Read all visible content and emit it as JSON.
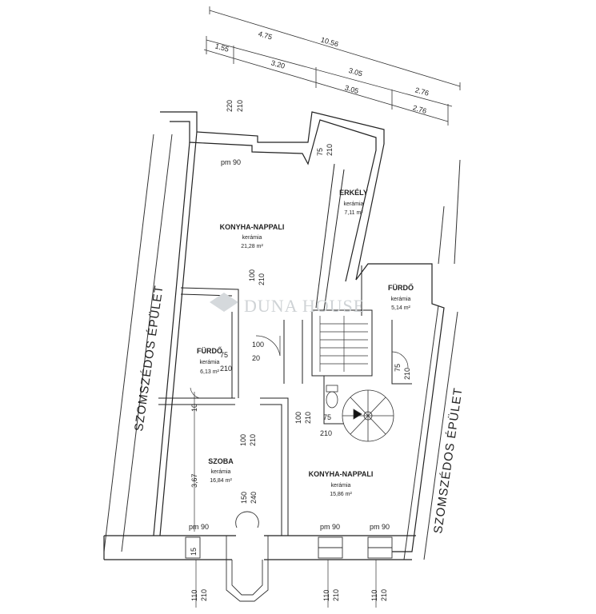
{
  "dimensions": {
    "top_overall": "10.56",
    "top_first": "4.75",
    "top_a": "1.55",
    "top_b": "3.20",
    "top_c": "3.05",
    "top_d": "3.05",
    "top_e": "2.76",
    "top_f": "2.76",
    "door_220": "220",
    "door_210": "210"
  },
  "rooms": {
    "konyha_top": {
      "name": "KONYHA-NAPPALI",
      "material": "kerámia",
      "area": "21,28 m²"
    },
    "erkely": {
      "name": "ERKÉLY",
      "material": "kerámia",
      "area": "7,11 m²"
    },
    "furdo_right": {
      "name": "FÜRDŐ",
      "material": "kerámia",
      "area": "5,14 m²"
    },
    "furdo_left": {
      "name": "FÜRDŐ",
      "material": "kerámia",
      "area": "6,13 m²"
    },
    "szoba": {
      "name": "SZOBA",
      "material": "kerámia",
      "area": "16,84 m²"
    },
    "konyha_bottom": {
      "name": "KONYHA-NAPPALI",
      "material": "kerámia",
      "area": "15,86 m²"
    }
  },
  "side_labels": {
    "left": "SZOMSZÉDOS ÉPÜLET",
    "right": "SZOMSZÉDOS ÉPÜLET"
  },
  "watermark": "DUNA HOUSE",
  "labels": {
    "pm90": "pm 90",
    "d75": "75",
    "d100": "100",
    "d210": "210",
    "d20": "20",
    "d10": "10",
    "d367": "3,67",
    "d150": "150",
    "d240": "240",
    "d110": "110",
    "d15": "15"
  }
}
